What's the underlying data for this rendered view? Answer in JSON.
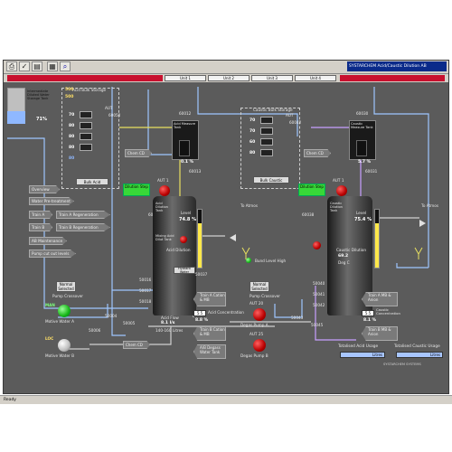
{
  "toolbar": {
    "title": "SYSTARCHEM Acid/Caustic Dilution AB"
  },
  "units": [
    "Unit 1",
    "Unit 2",
    "Unit 3",
    "Unit 4"
  ],
  "left_storage": {
    "label": "Intermediate Diluted Water Storage Tank",
    "pct": "71",
    "pct_unit": "%"
  },
  "acid_bulk": {
    "title": "Acid Bulk Storage",
    "values": [
      "500",
      "500"
    ],
    "button": "Bulk Acid",
    "tank_values": [
      "70",
      "80",
      "80",
      "80",
      "80"
    ],
    "tag": "60050",
    "aut": "AUT"
  },
  "caustic_bulk": {
    "title": "Caustic Bulk Storage",
    "button": "Bulk Caustic",
    "tank_values": [
      "70",
      "70",
      "60",
      "80"
    ],
    "tag": "60042",
    "aut": "AUT"
  },
  "chem_cd": "Chem CD",
  "acid_measure": {
    "label": "Acid Measure Tank",
    "value": "0.1",
    "unit": "%",
    "tag1": "60012",
    "tag2": "60013"
  },
  "caustic_measure": {
    "label": "Caustic Measure Tank",
    "value": "5.7",
    "unit": "%",
    "tag1": "60030",
    "tag2": "60031"
  },
  "acid_dilution": {
    "label": "Acid Dilution Tank",
    "level_label": "Level",
    "level_value": "74.8",
    "level_unit": "%",
    "name": "Acid Dilution",
    "dilution_btn": "Dilution Step",
    "mix_label": "Mixing Acid Dilut Tank",
    "aut": "AUT",
    "aut_value": "1",
    "tag": "60015",
    "hydrant": "Hydrant Water"
  },
  "caustic_dilution": {
    "label": "Caustic Dilution Tank",
    "level_label": "Level",
    "level_value": "75.4",
    "level_unit": "%",
    "name": "Caustic Dilution",
    "dilution_btn": "Dilution Step",
    "aut": "AUT",
    "aut_value": "1",
    "tag": "60038",
    "degc": "69.2",
    "degc_label": "Deg C"
  },
  "to_atmos": [
    "To Atmos",
    "To Atmos"
  ],
  "bund_alarm": "Bund Level High",
  "menu": [
    "Overview",
    "Water Pre-treatment",
    "Train A",
    "Train A Regeneration",
    "Train B",
    "Train B Regeneration",
    "AB Maintenance",
    "Pump cut out levels"
  ],
  "pumps": {
    "water_a": {
      "mode": "Normal Selected",
      "crossover": "Pump Crossover",
      "state": "MAN",
      "name": "Motive Water A"
    },
    "water_b": {
      "state": "LOC",
      "name": "Motive Water B"
    },
    "degas_a": {
      "mode": "Normal Selected",
      "crossover": "Pump Crossover",
      "aut": "AUT",
      "value": "20",
      "name": "Degas Pump A"
    },
    "degas_b": {
      "aut": "AUT",
      "value": "25",
      "name": "Degas Pump B"
    }
  },
  "acid_conc": {
    "train": "Train A Cation & MB",
    "label": "Acid Concentration",
    "value": "5.5",
    "value2": "8.8",
    "unit": "%",
    "flow_label": "Acid Flow",
    "flow_value": "8.1",
    "flow_unit": "l/s",
    "flow_range": "140-160 Litres",
    "train_b": "Train B Cation & MB",
    "ab_degas": "A/B Degass Water Tank"
  },
  "caustic_conc": {
    "train_a": "Train A MB & Anion",
    "label": "Caustic Concentration",
    "value": "5.5",
    "value2": "8.1",
    "unit": "%",
    "train_b": "Train B MB & Anion"
  },
  "tags": [
    "50016",
    "50017",
    "50018",
    "50004",
    "50005",
    "50006",
    "50040",
    "50041",
    "50042",
    "50043",
    "50045",
    "50037"
  ],
  "totals": {
    "acid_label": "Totalised Acid Usage",
    "caustic_label": "Totalised Caustic Usage",
    "unit": "Litres"
  },
  "footer_brand": "SYSTARCHEM SYSTEMS",
  "status": "Ready"
}
